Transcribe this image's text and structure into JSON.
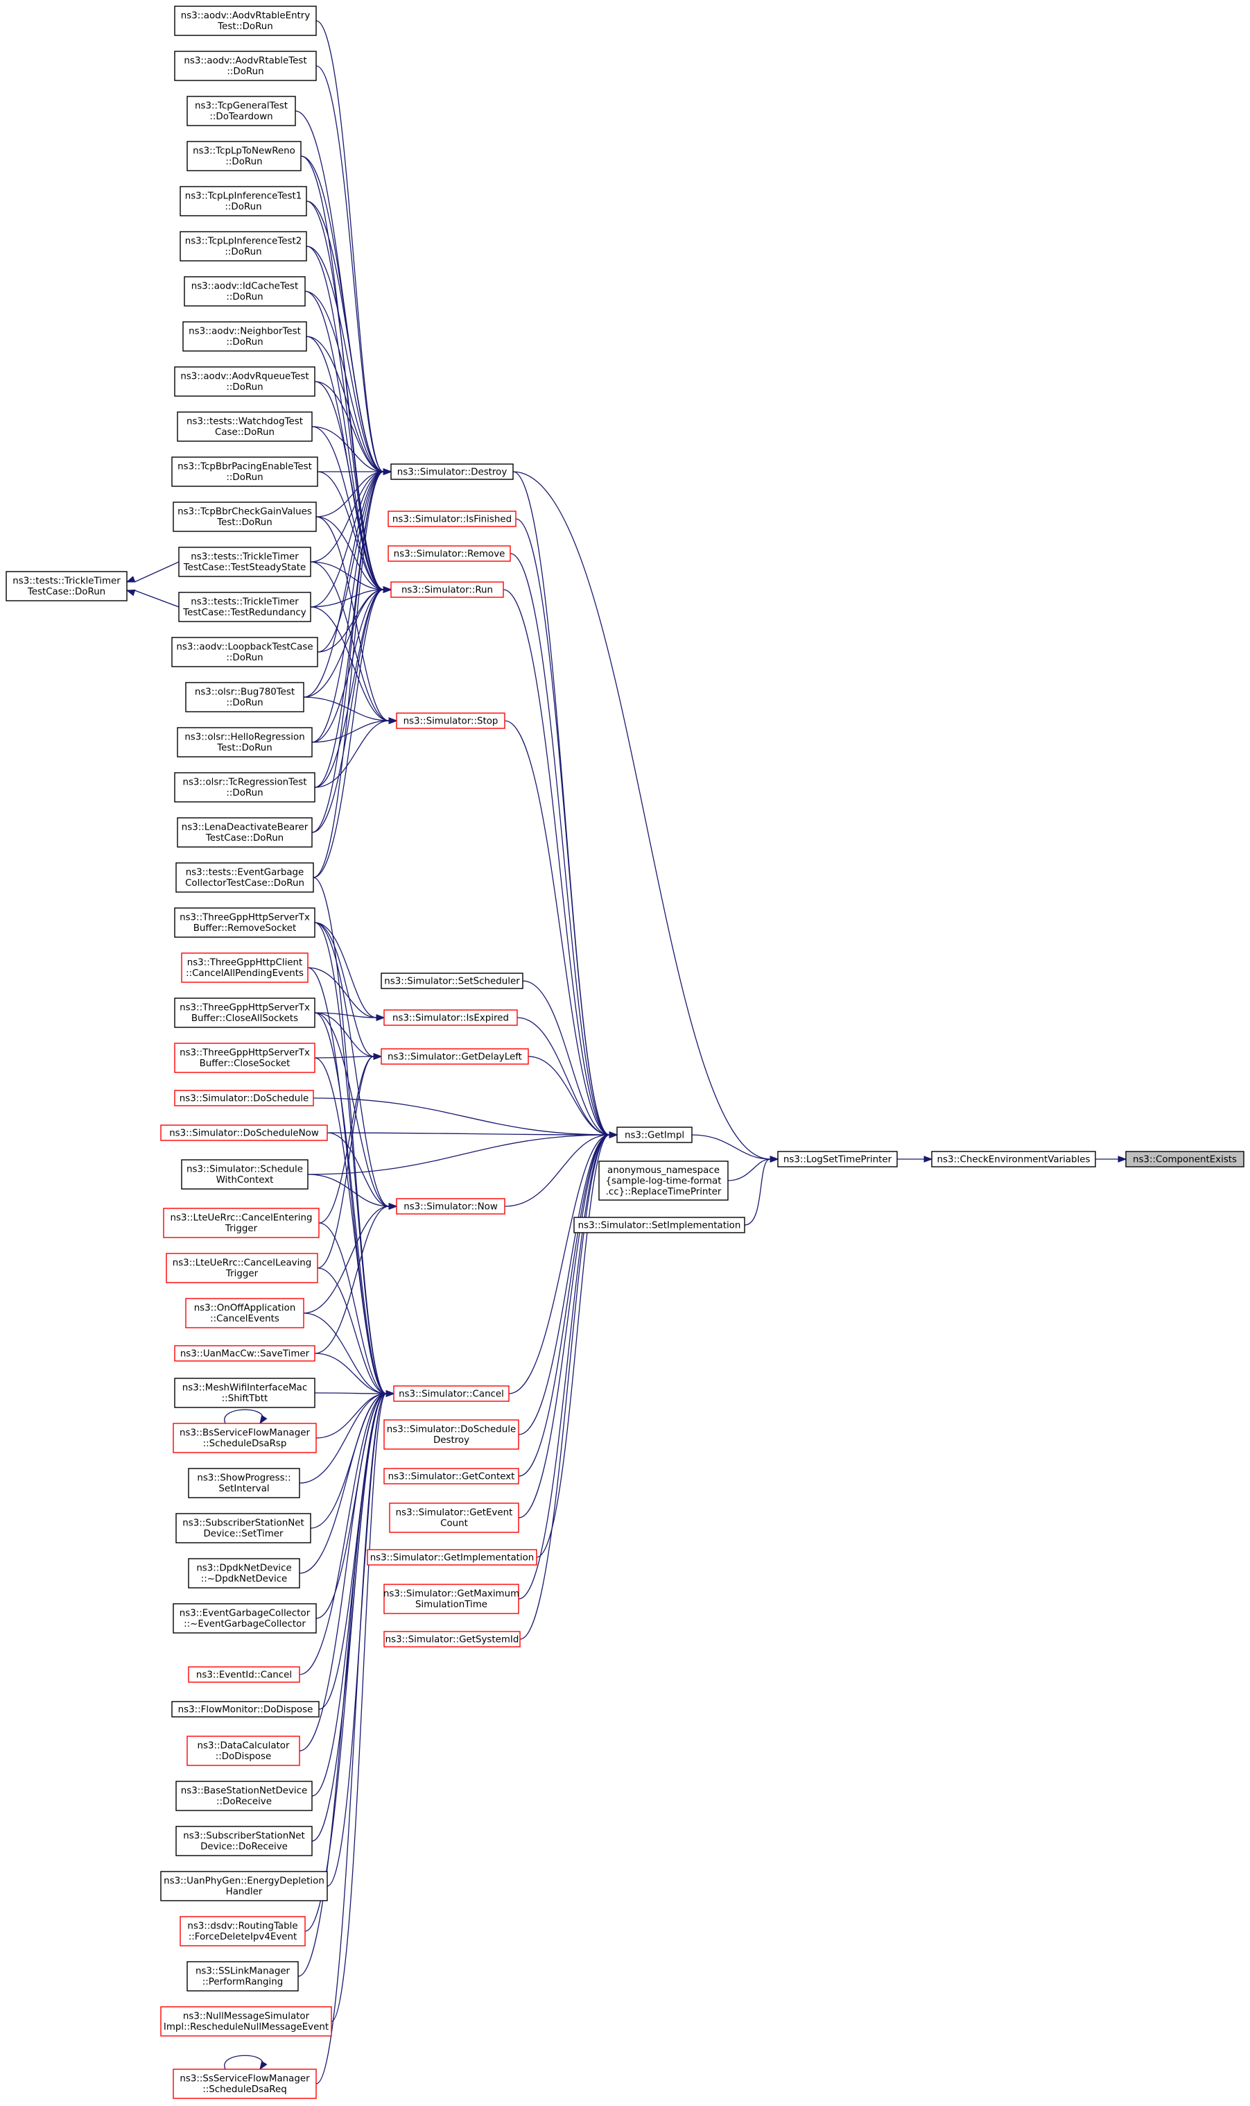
{
  "colors": {
    "edge": "#191970",
    "border_normal": "#000000",
    "border_truncated": "#ff0000",
    "fill_normal": "#ffffff",
    "fill_focus": "#bfbfbf"
  },
  "nodes": [
    {
      "id": "n1",
      "lines": [
        "ns3::aodv::AodvRtableEntry",
        "Test::DoRun"
      ],
      "style": "normal"
    },
    {
      "id": "n2",
      "lines": [
        "ns3::aodv::AodvRtableTest",
        "::DoRun"
      ],
      "style": "normal"
    },
    {
      "id": "n3",
      "lines": [
        "ns3::TcpGeneralTest",
        "::DoTeardown"
      ],
      "style": "normal"
    },
    {
      "id": "n4",
      "lines": [
        "ns3::TcpLpToNewReno",
        "::DoRun"
      ],
      "style": "normal"
    },
    {
      "id": "n5",
      "lines": [
        "ns3::TcpLpInferenceTest1",
        "::DoRun"
      ],
      "style": "normal"
    },
    {
      "id": "n6",
      "lines": [
        "ns3::TcpLpInferenceTest2",
        "::DoRun"
      ],
      "style": "normal"
    },
    {
      "id": "n7",
      "lines": [
        "ns3::aodv::IdCacheTest",
        "::DoRun"
      ],
      "style": "normal"
    },
    {
      "id": "n8",
      "lines": [
        "ns3::aodv::NeighborTest",
        "::DoRun"
      ],
      "style": "normal"
    },
    {
      "id": "n9",
      "lines": [
        "ns3::aodv::AodvRqueueTest",
        "::DoRun"
      ],
      "style": "normal"
    },
    {
      "id": "n10",
      "lines": [
        "ns3::tests::WatchdogTest",
        "Case::DoRun"
      ],
      "style": "normal"
    },
    {
      "id": "n11",
      "lines": [
        "ns3::TcpBbrPacingEnableTest",
        "::DoRun"
      ],
      "style": "normal"
    },
    {
      "id": "n12",
      "lines": [
        "ns3::TcpBbrCheckGainValues",
        "Test::DoRun"
      ],
      "style": "normal"
    },
    {
      "id": "n13",
      "lines": [
        "ns3::tests::TrickleTimer",
        "TestCase::TestSteadyState"
      ],
      "style": "normal"
    },
    {
      "id": "n14",
      "lines": [
        "ns3::tests::TrickleTimer",
        "TestCase::TestRedundancy"
      ],
      "style": "normal"
    },
    {
      "id": "n15",
      "lines": [
        "ns3::aodv::LoopbackTestCase",
        "::DoRun"
      ],
      "style": "normal"
    },
    {
      "id": "n16",
      "lines": [
        "ns3::olsr::Bug780Test",
        "::DoRun"
      ],
      "style": "normal"
    },
    {
      "id": "n17",
      "lines": [
        "ns3::olsr::HelloRegression",
        "Test::DoRun"
      ],
      "style": "normal"
    },
    {
      "id": "n18",
      "lines": [
        "ns3::olsr::TcRegressionTest",
        "::DoRun"
      ],
      "style": "normal"
    },
    {
      "id": "n19",
      "lines": [
        "ns3::LenaDeactivateBearer",
        "TestCase::DoRun"
      ],
      "style": "normal"
    },
    {
      "id": "n20",
      "lines": [
        "ns3::tests::EventGarbage",
        "CollectorTestCase::DoRun"
      ],
      "style": "normal"
    },
    {
      "id": "n21",
      "lines": [
        "ns3::ThreeGppHttpServerTx",
        "Buffer::RemoveSocket"
      ],
      "style": "normal"
    },
    {
      "id": "n22",
      "lines": [
        "ns3::ThreeGppHttpClient",
        "::CancelAllPendingEvents"
      ],
      "style": "truncated"
    },
    {
      "id": "n23",
      "lines": [
        "ns3::ThreeGppHttpServerTx",
        "Buffer::CloseAllSockets"
      ],
      "style": "normal"
    },
    {
      "id": "n24",
      "lines": [
        "ns3::ThreeGppHttpServerTx",
        "Buffer::CloseSocket"
      ],
      "style": "truncated"
    },
    {
      "id": "n25",
      "lines": [
        "ns3::Simulator::DoSchedule"
      ],
      "style": "truncated"
    },
    {
      "id": "n26",
      "lines": [
        "ns3::Simulator::DoScheduleNow"
      ],
      "style": "truncated"
    },
    {
      "id": "n27",
      "lines": [
        "ns3::Simulator::Schedule",
        "WithContext"
      ],
      "style": "normal"
    },
    {
      "id": "n28",
      "lines": [
        "ns3::LteUeRrc::CancelEntering",
        "Trigger"
      ],
      "style": "truncated"
    },
    {
      "id": "n29",
      "lines": [
        "ns3::LteUeRrc::CancelLeaving",
        "Trigger"
      ],
      "style": "truncated"
    },
    {
      "id": "n30",
      "lines": [
        "ns3::OnOffApplication",
        "::CancelEvents"
      ],
      "style": "truncated"
    },
    {
      "id": "n31",
      "lines": [
        "ns3::UanMacCw::SaveTimer"
      ],
      "style": "truncated"
    },
    {
      "id": "n32",
      "lines": [
        "ns3::MeshWifiInterfaceMac",
        "::ShiftTbtt"
      ],
      "style": "normal"
    },
    {
      "id": "n33",
      "lines": [
        "ns3::BsServiceFlowManager",
        "::ScheduleDsaRsp"
      ],
      "style": "truncated"
    },
    {
      "id": "n34",
      "lines": [
        "ns3::ShowProgress::",
        "SetInterval"
      ],
      "style": "normal"
    },
    {
      "id": "n35",
      "lines": [
        "ns3::SubscriberStationNet",
        "Device::SetTimer"
      ],
      "style": "normal"
    },
    {
      "id": "n36",
      "lines": [
        "ns3::DpdkNetDevice",
        "::~DpdkNetDevice"
      ],
      "style": "normal"
    },
    {
      "id": "n37",
      "lines": [
        "ns3::EventGarbageCollector",
        "::~EventGarbageCollector"
      ],
      "style": "normal"
    },
    {
      "id": "n38",
      "lines": [
        "ns3::EventId::Cancel"
      ],
      "style": "truncated"
    },
    {
      "id": "n39",
      "lines": [
        "ns3::FlowMonitor::DoDispose"
      ],
      "style": "normal"
    },
    {
      "id": "n40",
      "lines": [
        "ns3::DataCalculator",
        "::DoDispose"
      ],
      "style": "truncated"
    },
    {
      "id": "n41",
      "lines": [
        "ns3::BaseStationNetDevice",
        "::DoReceive"
      ],
      "style": "normal"
    },
    {
      "id": "n42",
      "lines": [
        "ns3::SubscriberStationNet",
        "Device::DoReceive"
      ],
      "style": "normal"
    },
    {
      "id": "n43",
      "lines": [
        "ns3::UanPhyGen::EnergyDepletion",
        "Handler"
      ],
      "style": "normal"
    },
    {
      "id": "n44",
      "lines": [
        "ns3::dsdv::RoutingTable",
        "::ForceDeleteIpv4Event"
      ],
      "style": "truncated"
    },
    {
      "id": "n45",
      "lines": [
        "ns3::SSLinkManager",
        "::PerformRanging"
      ],
      "style": "normal"
    },
    {
      "id": "n46",
      "lines": [
        "ns3::NullMessageSimulator",
        "Impl::RescheduleNullMessageEvent"
      ],
      "style": "truncated"
    },
    {
      "id": "n47",
      "lines": [
        "ns3::SsServiceFlowManager",
        "::ScheduleDsaReq"
      ],
      "style": "truncated"
    },
    {
      "id": "t1",
      "lines": [
        "ns3::tests::TrickleTimer",
        "TestCase::DoRun"
      ],
      "style": "normal"
    },
    {
      "id": "destroy",
      "lines": [
        "ns3::Simulator::Destroy"
      ],
      "style": "normal"
    },
    {
      "id": "isfinished",
      "lines": [
        "ns3::Simulator::IsFinished"
      ],
      "style": "truncated"
    },
    {
      "id": "remove",
      "lines": [
        "ns3::Simulator::Remove"
      ],
      "style": "truncated"
    },
    {
      "id": "run",
      "lines": [
        "ns3::Simulator::Run"
      ],
      "style": "truncated"
    },
    {
      "id": "stop",
      "lines": [
        "ns3::Simulator::Stop"
      ],
      "style": "truncated"
    },
    {
      "id": "setscheduler",
      "lines": [
        "ns3::Simulator::SetScheduler"
      ],
      "style": "normal"
    },
    {
      "id": "isexpired",
      "lines": [
        "ns3::Simulator::IsExpired"
      ],
      "style": "truncated"
    },
    {
      "id": "getdelayleft",
      "lines": [
        "ns3::Simulator::GetDelayLeft"
      ],
      "style": "truncated"
    },
    {
      "id": "now",
      "lines": [
        "ns3::Simulator::Now"
      ],
      "style": "truncated"
    },
    {
      "id": "cancel",
      "lines": [
        "ns3::Simulator::Cancel"
      ],
      "style": "truncated"
    },
    {
      "id": "doscheduledestroy",
      "lines": [
        "ns3::Simulator::DoSchedule",
        "Destroy"
      ],
      "style": "truncated"
    },
    {
      "id": "getcontext",
      "lines": [
        "ns3::Simulator::GetContext"
      ],
      "style": "truncated"
    },
    {
      "id": "geteventcount",
      "lines": [
        "ns3::Simulator::GetEvent",
        "Count"
      ],
      "style": "truncated"
    },
    {
      "id": "getimplementation",
      "lines": [
        "ns3::Simulator::GetImplementation"
      ],
      "style": "truncated"
    },
    {
      "id": "getmaxsimtime",
      "lines": [
        "ns3::Simulator::GetMaximum",
        "SimulationTime"
      ],
      "style": "truncated"
    },
    {
      "id": "getsystemid",
      "lines": [
        "ns3::Simulator::GetSystemId"
      ],
      "style": "truncated"
    },
    {
      "id": "getimpl",
      "lines": [
        "ns3::GetImpl"
      ],
      "style": "normal"
    },
    {
      "id": "replacetp",
      "lines": [
        "anonymous_namespace",
        "{sample-log-time-format",
        ".cc}::ReplaceTimePrinter"
      ],
      "style": "normal"
    },
    {
      "id": "setimplementation",
      "lines": [
        "ns3::Simulator::SetImplementation"
      ],
      "style": "normal"
    },
    {
      "id": "logsettp",
      "lines": [
        "ns3::LogSetTimePrinter"
      ],
      "style": "normal"
    },
    {
      "id": "checkenv",
      "lines": [
        "ns3::CheckEnvironmentVariables"
      ],
      "style": "normal"
    },
    {
      "id": "compexists",
      "lines": [
        "ns3::ComponentExists"
      ],
      "style": "focus"
    }
  ],
  "edges": [
    [
      "n1",
      "destroy"
    ],
    [
      "n2",
      "destroy"
    ],
    [
      "n3",
      "destroy"
    ],
    [
      "n4",
      "destroy"
    ],
    [
      "n5",
      "destroy"
    ],
    [
      "n6",
      "destroy"
    ],
    [
      "n7",
      "destroy"
    ],
    [
      "n8",
      "destroy"
    ],
    [
      "n9",
      "destroy"
    ],
    [
      "n10",
      "destroy"
    ],
    [
      "n11",
      "destroy"
    ],
    [
      "n12",
      "destroy"
    ],
    [
      "n13",
      "destroy"
    ],
    [
      "n14",
      "destroy"
    ],
    [
      "n15",
      "destroy"
    ],
    [
      "n16",
      "destroy"
    ],
    [
      "n17",
      "destroy"
    ],
    [
      "n18",
      "destroy"
    ],
    [
      "n19",
      "destroy"
    ],
    [
      "n20",
      "destroy"
    ],
    [
      "n4",
      "run"
    ],
    [
      "n5",
      "run"
    ],
    [
      "n6",
      "run"
    ],
    [
      "n7",
      "run"
    ],
    [
      "n8",
      "run"
    ],
    [
      "n9",
      "run"
    ],
    [
      "n10",
      "run"
    ],
    [
      "n11",
      "run"
    ],
    [
      "n12",
      "run"
    ],
    [
      "n13",
      "run"
    ],
    [
      "n14",
      "run"
    ],
    [
      "n15",
      "run"
    ],
    [
      "n16",
      "run"
    ],
    [
      "n17",
      "run"
    ],
    [
      "n18",
      "run"
    ],
    [
      "n19",
      "run"
    ],
    [
      "n20",
      "run"
    ],
    [
      "n12",
      "stop"
    ],
    [
      "n13",
      "stop"
    ],
    [
      "n14",
      "stop"
    ],
    [
      "n16",
      "stop"
    ],
    [
      "n17",
      "stop"
    ],
    [
      "n18",
      "stop"
    ],
    [
      "n13",
      "t1"
    ],
    [
      "n14",
      "t1"
    ],
    [
      "n21",
      "isexpired"
    ],
    [
      "n22",
      "isexpired"
    ],
    [
      "n23",
      "isexpired"
    ],
    [
      "n21",
      "getdelayleft"
    ],
    [
      "n23",
      "getdelayleft"
    ],
    [
      "n24",
      "getdelayleft"
    ],
    [
      "n28",
      "getdelayleft"
    ],
    [
      "n29",
      "getdelayleft"
    ],
    [
      "n21",
      "now"
    ],
    [
      "n23",
      "now"
    ],
    [
      "n26",
      "now"
    ],
    [
      "n27",
      "now"
    ],
    [
      "n30",
      "now"
    ],
    [
      "n31",
      "now"
    ],
    [
      "n20",
      "cancel"
    ],
    [
      "n21",
      "cancel"
    ],
    [
      "n22",
      "cancel"
    ],
    [
      "n23",
      "cancel"
    ],
    [
      "n24",
      "cancel"
    ],
    [
      "n28",
      "cancel"
    ],
    [
      "n29",
      "cancel"
    ],
    [
      "n30",
      "cancel"
    ],
    [
      "n31",
      "cancel"
    ],
    [
      "n32",
      "cancel"
    ],
    [
      "n33",
      "cancel"
    ],
    [
      "n34",
      "cancel"
    ],
    [
      "n35",
      "cancel"
    ],
    [
      "n36",
      "cancel"
    ],
    [
      "n37",
      "cancel"
    ],
    [
      "n38",
      "cancel"
    ],
    [
      "n39",
      "cancel"
    ],
    [
      "n40",
      "cancel"
    ],
    [
      "n41",
      "cancel"
    ],
    [
      "n42",
      "cancel"
    ],
    [
      "n43",
      "cancel"
    ],
    [
      "n44",
      "cancel"
    ],
    [
      "n45",
      "cancel"
    ],
    [
      "n46",
      "cancel"
    ],
    [
      "n47",
      "cancel"
    ],
    [
      "n33",
      "n33"
    ],
    [
      "n47",
      "n47"
    ],
    [
      "n25",
      "getimpl"
    ],
    [
      "n26",
      "getimpl"
    ],
    [
      "n27",
      "getimpl"
    ],
    [
      "destroy",
      "getimpl"
    ],
    [
      "isfinished",
      "getimpl"
    ],
    [
      "remove",
      "getimpl"
    ],
    [
      "run",
      "getimpl"
    ],
    [
      "stop",
      "getimpl"
    ],
    [
      "setscheduler",
      "getimpl"
    ],
    [
      "isexpired",
      "getimpl"
    ],
    [
      "getdelayleft",
      "getimpl"
    ],
    [
      "now",
      "getimpl"
    ],
    [
      "cancel",
      "getimpl"
    ],
    [
      "doscheduledestroy",
      "getimpl"
    ],
    [
      "getcontext",
      "getimpl"
    ],
    [
      "geteventcount",
      "getimpl"
    ],
    [
      "getimplementation",
      "getimpl"
    ],
    [
      "getmaxsimtime",
      "getimpl"
    ],
    [
      "getsystemid",
      "getimpl"
    ],
    [
      "destroy",
      "logsettp"
    ],
    [
      "getimpl",
      "logsettp"
    ],
    [
      "replacetp",
      "logsettp"
    ],
    [
      "setimplementation",
      "logsettp"
    ],
    [
      "logsettp",
      "checkenv"
    ],
    [
      "checkenv",
      "compexists"
    ]
  ]
}
